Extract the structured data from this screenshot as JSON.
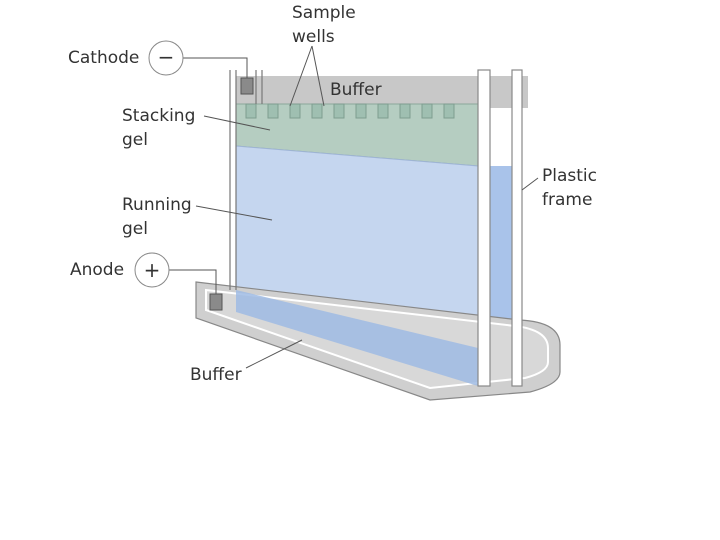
{
  "labels": {
    "cathode": "Cathode",
    "cathode_sign": "−",
    "sample_wells_line1": "Sample",
    "sample_wells_line2": "wells",
    "buffer_top": "Buffer",
    "stacking_gel_line1": "Stacking",
    "stacking_gel_line2": "gel",
    "running_gel_line1": "Running",
    "running_gel_line2": "gel",
    "anode": "Anode",
    "anode_sign": "+",
    "plastic_frame_line1": "Plastic",
    "plastic_frame_line2": "frame",
    "buffer_bottom": "Buffer"
  },
  "colors": {
    "buffer": "#c8c8c8",
    "stacking_gel": "#b5cdc1",
    "running_gel": "#c5d6ef",
    "running_gel_deep": "#a9c3ea",
    "frame": "#ffffff",
    "tray": "#cfcfcf",
    "electrode": "#8a8a8a"
  }
}
